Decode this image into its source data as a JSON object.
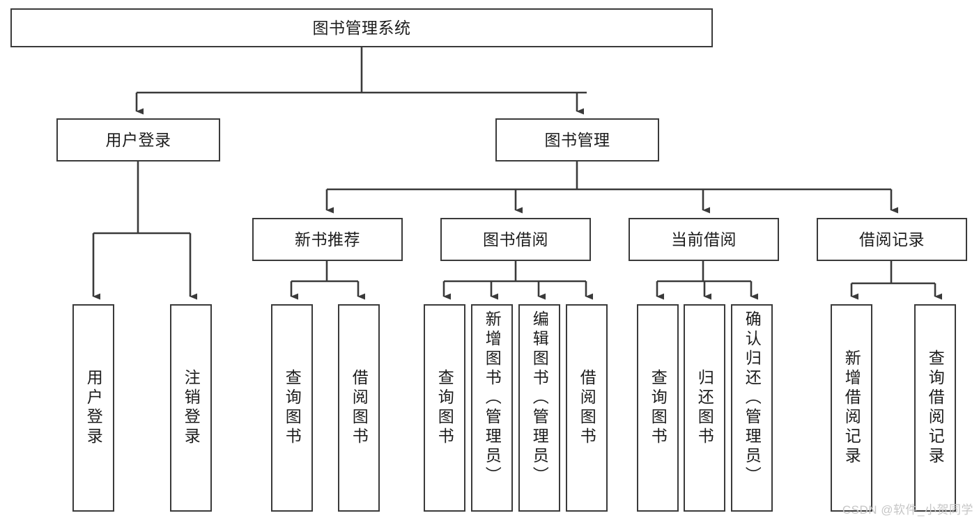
{
  "diagram": {
    "type": "tree",
    "title": "图书管理系统",
    "root": {
      "id": "root",
      "label": "图书管理系统"
    },
    "level2": [
      {
        "id": "user-login",
        "label": "用户登录"
      },
      {
        "id": "book-management",
        "label": "图书管理"
      }
    ],
    "level3": [
      {
        "id": "new-book-recommend",
        "label": "新书推荐",
        "parent": "book-management"
      },
      {
        "id": "book-borrow",
        "label": "图书借阅",
        "parent": "book-management"
      },
      {
        "id": "current-borrow",
        "label": "当前借阅",
        "parent": "book-management"
      },
      {
        "id": "borrow-record",
        "label": "借阅记录",
        "parent": "book-management"
      }
    ],
    "leaves": [
      {
        "id": "leaf-user-login",
        "label": "用户登录",
        "parent": "user-login"
      },
      {
        "id": "leaf-user-logout",
        "label": "注销登录",
        "parent": "user-login"
      },
      {
        "id": "leaf-query-book-1",
        "label": "查询图书",
        "parent": "new-book-recommend"
      },
      {
        "id": "leaf-borrow-book-1",
        "label": "借阅图书",
        "parent": "new-book-recommend"
      },
      {
        "id": "leaf-query-book-2",
        "label": "查询图书",
        "parent": "book-borrow"
      },
      {
        "id": "leaf-add-book",
        "label": "新增图书（管理员）",
        "parent": "book-borrow"
      },
      {
        "id": "leaf-edit-book",
        "label": "编辑图书（管理员）",
        "parent": "book-borrow"
      },
      {
        "id": "leaf-borrow-book-2",
        "label": "借阅图书",
        "parent": "book-borrow"
      },
      {
        "id": "leaf-query-book-3",
        "label": "查询图书",
        "parent": "current-borrow"
      },
      {
        "id": "leaf-return-book",
        "label": "归还图书",
        "parent": "current-borrow"
      },
      {
        "id": "leaf-confirm-return",
        "label": "确认归还（管理员）",
        "parent": "current-borrow"
      },
      {
        "id": "leaf-add-record",
        "label": "新增借阅记录",
        "parent": "borrow-record"
      },
      {
        "id": "leaf-query-record",
        "label": "查询借阅记录",
        "parent": "borrow-record"
      }
    ],
    "colors": {
      "stroke": "#3a3a3a",
      "text": "#1c1c1c",
      "background": "#ffffff",
      "watermark": "#c6c6c6"
    }
  },
  "watermark": {
    "text": "CSDN @软件_小贺同学"
  }
}
